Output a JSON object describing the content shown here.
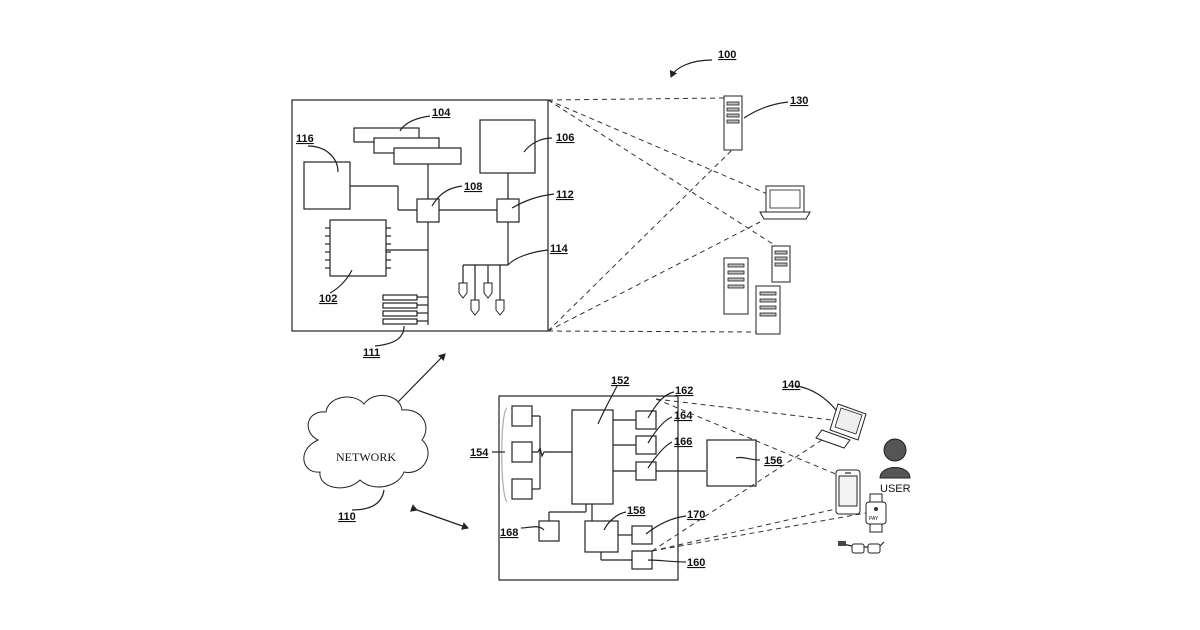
{
  "labels": {
    "r100": "100",
    "r102": "102",
    "r104": "104",
    "r106": "106",
    "r108": "108",
    "r110": "110",
    "r111": "111",
    "r112": "112",
    "r114": "114",
    "r116": "116",
    "r130": "130",
    "r140": "140",
    "r152": "152",
    "r154": "154",
    "r156": "156",
    "r158": "158",
    "r160": "160",
    "r162": "162",
    "r164": "164",
    "r166": "166",
    "r168": "168",
    "r170": "170"
  },
  "network_label": "NETWORK",
  "user_label": "USER",
  "pay_label": "PAY"
}
